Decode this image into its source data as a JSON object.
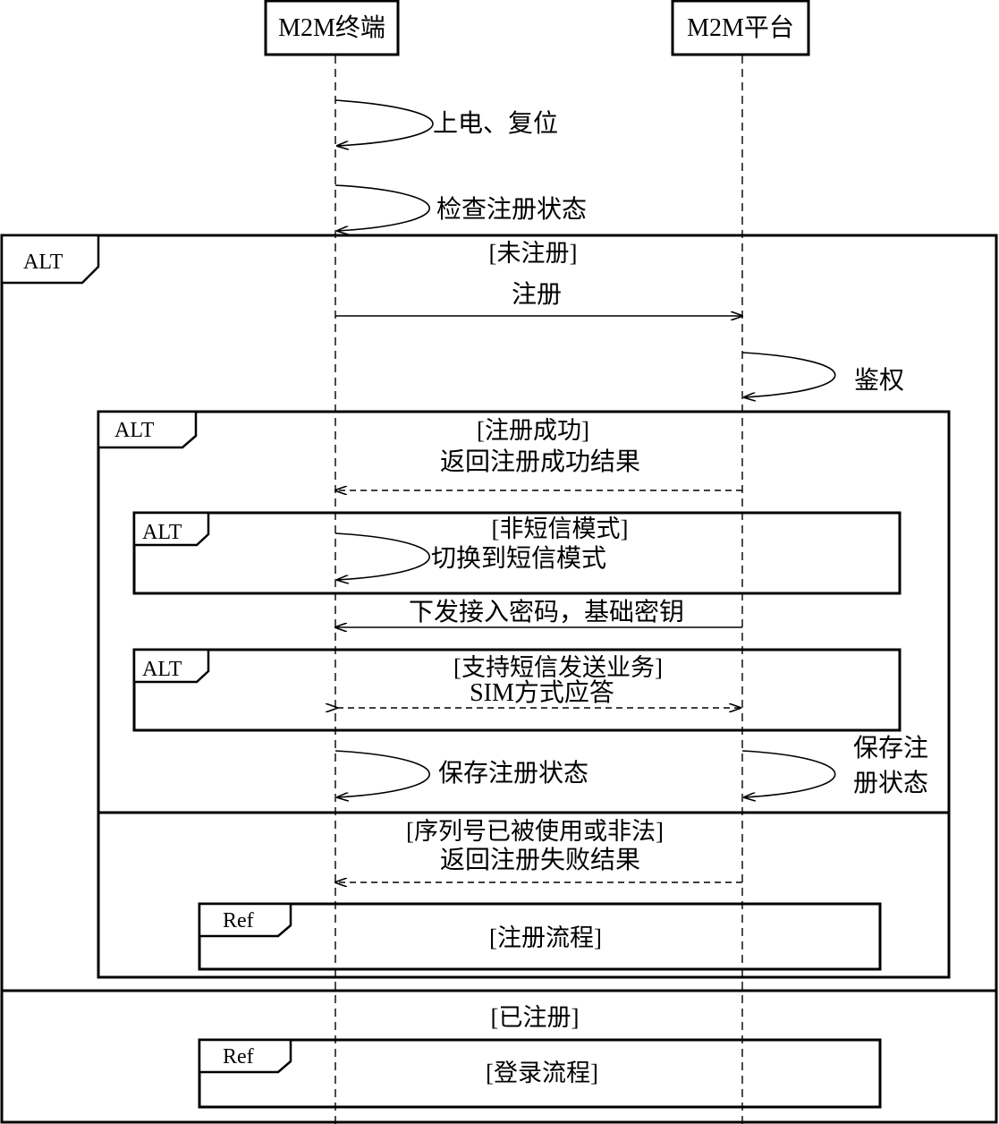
{
  "participants": {
    "terminal": "M2M终端",
    "platform": "M2M平台"
  },
  "self_messages": {
    "power_reset": "上电、复位",
    "check_status": "检查注册状态",
    "auth": "鉴权",
    "switch_sms": "切换到短信模式",
    "save_status_terminal": "保存注册状态",
    "save_status_platform_line1": "保存注",
    "save_status_platform_line2": "册状态"
  },
  "frames": {
    "outer_tag": "ALT",
    "outer_guard_1": "[未注册]",
    "outer_guard_2": "[已注册]",
    "inner_tag": "ALT",
    "inner_guard_1": "[注册成功]",
    "inner_guard_2": "[序列号已被使用或非法]",
    "sms_mode_tag": "ALT",
    "sms_mode_guard": "[非短信模式]",
    "sms_support_tag": "ALT",
    "sms_support_guard": "[支持短信发送业务]",
    "ref_tag_1": "Ref",
    "ref_text_1": "[注册流程]",
    "ref_tag_2": "Ref",
    "ref_text_2": "[登录流程]"
  },
  "messages": {
    "register": "注册",
    "return_success": "返回注册成功结果",
    "issue_keys": "下发接入密码，基础密钥",
    "sim_reply": "SIM方式应答",
    "return_fail": "返回注册失败结果"
  }
}
